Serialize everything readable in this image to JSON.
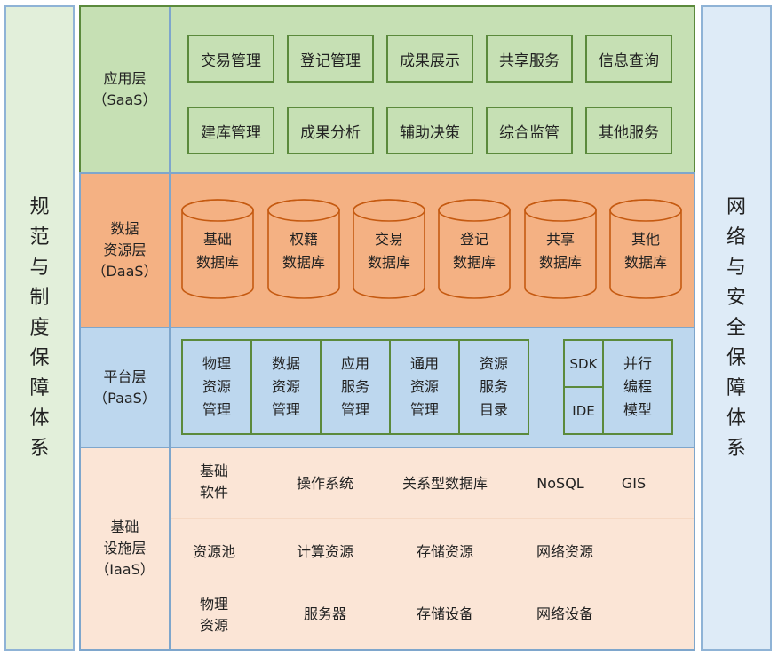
{
  "left_panel": {
    "chars": [
      "规",
      "范",
      "与",
      "制",
      "度",
      "保",
      "障",
      "体",
      "系"
    ],
    "label": "规范与制度保障体系"
  },
  "right_panel": {
    "chars": [
      "网",
      "络",
      "与",
      "安",
      "全",
      "保",
      "障",
      "体",
      "系"
    ],
    "label": "网络与安全保障体系"
  },
  "colors": {
    "saas": "#c6e0b4",
    "daas": "#f4b183",
    "paas": "#bdd7ee",
    "iaas": "#fbe5d6",
    "left_panel": "#e2efda",
    "right_panel": "#deebf7",
    "border_blue": "#7ea6cc",
    "border_green": "#5b8a3c",
    "cylinder_stroke": "#c55a11"
  },
  "saas": {
    "label_line1": "应用层",
    "label_line2": "（SaaS）",
    "row1": [
      "交易管理",
      "登记管理",
      "成果展示",
      "共享服务",
      "信息查询"
    ],
    "row2": [
      "建库管理",
      "成果分析",
      "辅助决策",
      "综合监管",
      "其他服务"
    ]
  },
  "daas": {
    "label_line1": "数据",
    "label_line2": "资源层",
    "label_line3": "（DaaS）",
    "databases": [
      {
        "line1": "基础",
        "line2": "数据库"
      },
      {
        "line1": "权籍",
        "line2": "数据库"
      },
      {
        "line1": "交易",
        "line2": "数据库"
      },
      {
        "line1": "登记",
        "line2": "数据库"
      },
      {
        "line1": "共享",
        "line2": "数据库"
      },
      {
        "line1": "其他",
        "line2": "数据库"
      }
    ]
  },
  "paas": {
    "label_line1": "平台层",
    "label_line2": "（PaaS）",
    "modules": [
      {
        "l1": "物理",
        "l2": "资源",
        "l3": "管理"
      },
      {
        "l1": "数据",
        "l2": "资源",
        "l3": "管理"
      },
      {
        "l1": "应用",
        "l2": "服务",
        "l3": "管理"
      },
      {
        "l1": "通用",
        "l2": "资源",
        "l3": "管理"
      },
      {
        "l1": "资源",
        "l2": "服务",
        "l3": "目录"
      }
    ],
    "sdk": "SDK",
    "ide": "IDE",
    "parallel": {
      "l1": "并行",
      "l2": "编程",
      "l3": "模型"
    }
  },
  "iaas": {
    "label_line1": "基础",
    "label_line2": "设施层",
    "label_line3": "（IaaS）",
    "rows": [
      {
        "head_l1": "基础",
        "head_l2": "软件",
        "items": [
          "操作系统",
          "关系型数据库",
          "NoSQL",
          "GIS"
        ]
      },
      {
        "head_l1": "资源池",
        "head_l2": "",
        "items": [
          "计算资源",
          "存储资源",
          "网络资源"
        ]
      },
      {
        "head_l1": "物理",
        "head_l2": "资源",
        "items": [
          "服务器",
          "存储设备",
          "网络设备"
        ]
      }
    ]
  }
}
